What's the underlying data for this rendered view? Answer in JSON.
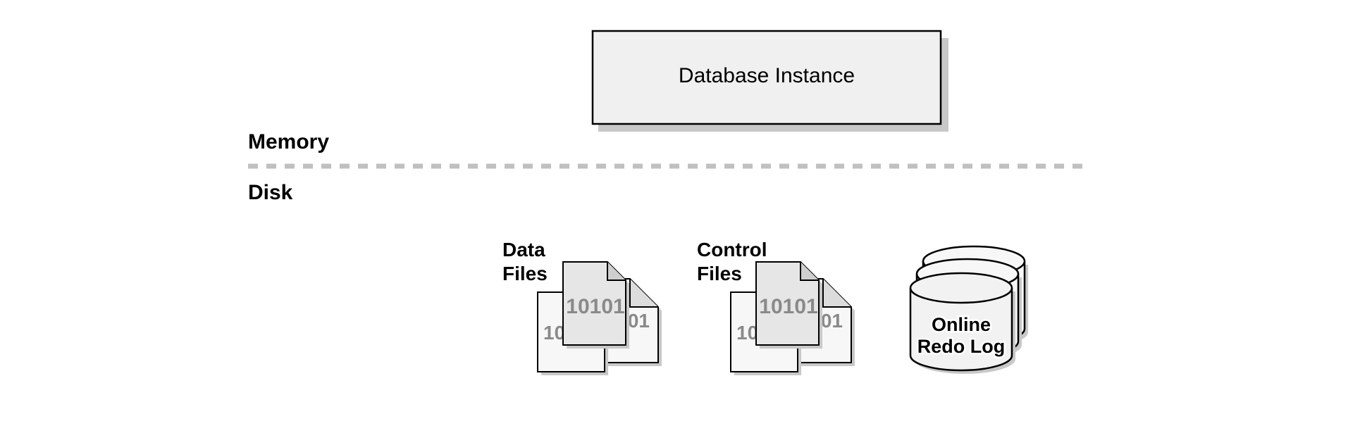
{
  "instance": {
    "label": "Database Instance"
  },
  "sections": {
    "memory": "Memory",
    "disk": "Disk"
  },
  "data_files": {
    "line1": "Data",
    "line2": "Files",
    "front_bits": "10101",
    "back_bits_left": "10",
    "back_bits_right": "01"
  },
  "control_files": {
    "line1": "Control",
    "line2": "Files",
    "front_bits": "10101",
    "back_bits_left": "10",
    "back_bits_right": "01"
  },
  "redo_log": {
    "line1": "Online",
    "line2": "Redo Log"
  },
  "colors": {
    "box_fill": "#f0f0f0",
    "page_front": "#e6e6e6",
    "page_back": "#f7f7f7",
    "shadow": "#c8c8c8",
    "divider": "#c0c0c0",
    "bits": "#8a8a8a"
  }
}
